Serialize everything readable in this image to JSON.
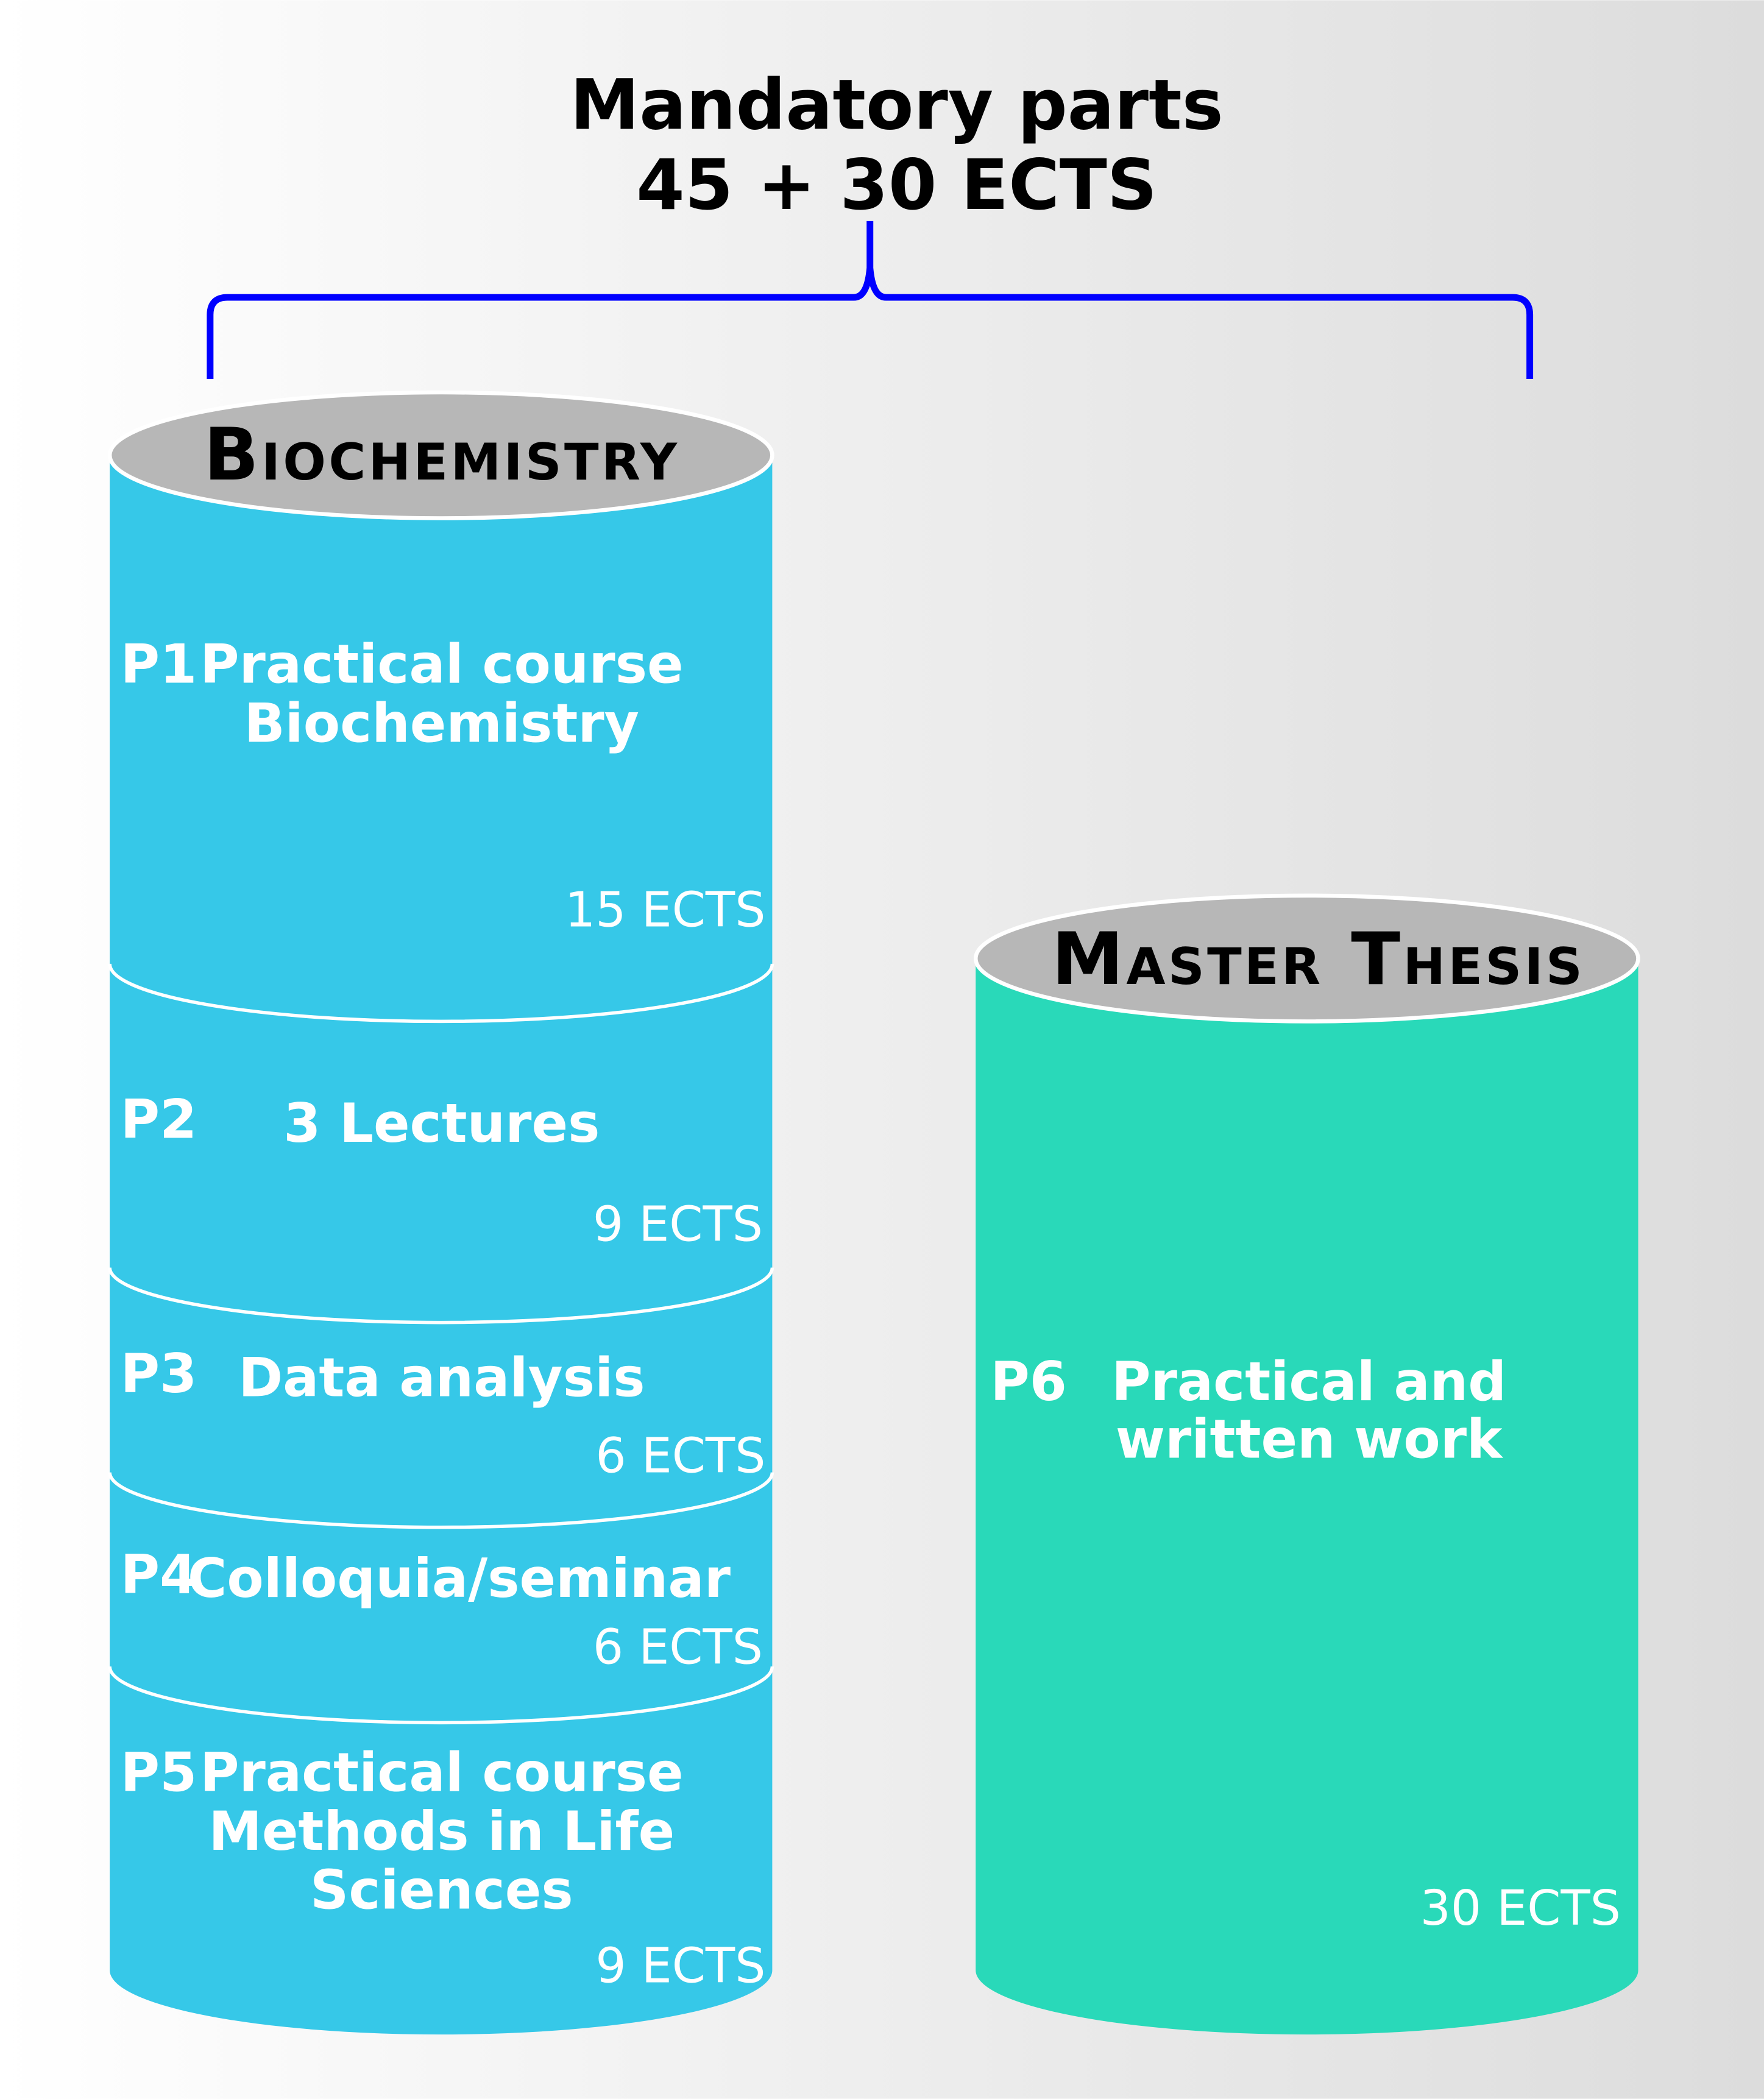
{
  "header": {
    "line1": "Mandatory parts",
    "line2": "45 + 30 ECTS"
  },
  "colors": {
    "biochemistry": "#36C8E8",
    "thesis": "#29D9B9",
    "cap": "#B7B7B7",
    "brace": "#0000FF"
  },
  "biochemistry": {
    "title": "Biochemistry",
    "modules": [
      {
        "id": "P1",
        "lines": [
          "Practical course",
          "Biochemistry"
        ],
        "ects": "15 ECTS"
      },
      {
        "id": "P2",
        "lines": [
          "3 Lectures"
        ],
        "ects": "9 ECTS"
      },
      {
        "id": "P3",
        "lines": [
          "Data analysis"
        ],
        "ects": "6 ECTS"
      },
      {
        "id": "P4",
        "lines": [
          "Colloquia/seminar"
        ],
        "ects": "6 ECTS"
      },
      {
        "id": "P5",
        "lines": [
          "Practical course",
          "Methods in Life",
          "Sciences"
        ],
        "ects": "9 ECTS"
      }
    ]
  },
  "thesis": {
    "title": "Master Thesis",
    "modules": [
      {
        "id": "P6",
        "lines": [
          "Practical and",
          "written work"
        ],
        "ects": "30 ECTS"
      }
    ]
  }
}
